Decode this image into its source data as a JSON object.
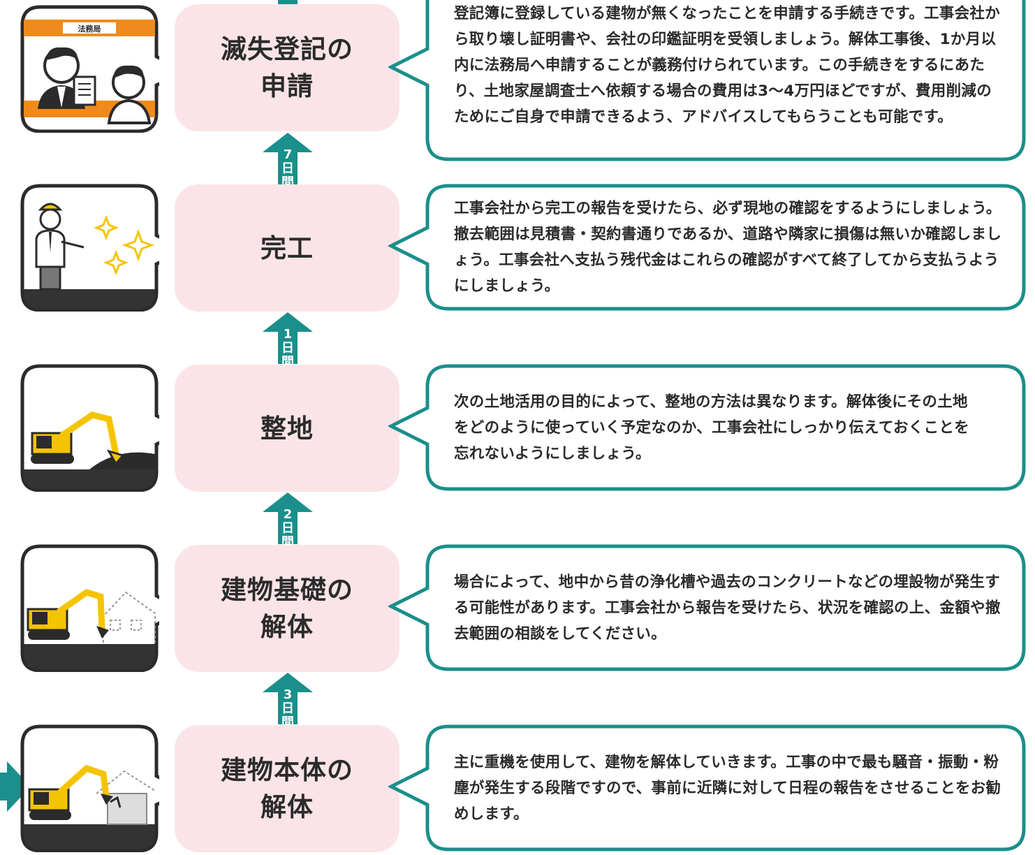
{
  "colors": {
    "teal": "#1a8f8b",
    "pink": "#fbe4e7",
    "text": "#2b2b2b",
    "ground": "#333333",
    "yellow": "#f5c400"
  },
  "steps": [
    {
      "id": "registration",
      "title": "滅失登記の\n申請",
      "icon": "legal-office-illustration",
      "badge_text": "法務局",
      "description": "登記簿に登録している建物が無くなったことを申請する手続きです。工事会社から取り壊し証明書や、会社の印鑑証明を受領しましょう。解体工事後、1か月以内に法務局へ申請することが義務付けられています。この手続きをするにあたり、土地家屋調査士へ依頼する場合の費用は3〜4万円ほどですが、費用削減のためにご自身で申請できるよう、アドバイスしてもらうことも可能です。"
    },
    {
      "id": "completion",
      "title": "完工",
      "icon": "inspector-illustration",
      "description": "工事会社から完工の報告を受けたら、必ず現地の確認をするようにしましょう。撤去範囲は見積書・契約書通りであるか、道路や隣家に損傷は無いか確認しましょう。工事会社へ支払う残代金はこれらの確認がすべて終了してから支払うようにしましょう。"
    },
    {
      "id": "leveling",
      "title": "整地",
      "icon": "excavator-leveling-illustration",
      "description": "次の土地活用の目的によって、整地の方法は異なります。解体後にその土地をどのように使っていく予定なのか、工事会社にしっかり伝えておくことを忘れないようにしましょう。"
    },
    {
      "id": "foundation",
      "title": "建物基礎の\n解体",
      "icon": "excavator-foundation-illustration",
      "description": "場合によって、地中から昔の浄化槽や過去のコンクリートなどの埋設物が発生する可能性があります。工事会社から報告を受けたら、状況を確認の上、金額や撤去範囲の相談をしてください。"
    },
    {
      "id": "main-structure",
      "title": "建物本体の\n解体",
      "icon": "excavator-demolition-illustration",
      "description": "主に重機を使用して、建物を解体していきます。工事の中で最も騒音・振動・粉塵が発生する段階ですので、事前に近隣に対して日程の報告をさせることをお勧めします。"
    }
  ],
  "durations": [
    {
      "days": "7",
      "unit1": "日",
      "unit2": "間"
    },
    {
      "days": "1",
      "unit1": "日",
      "unit2": "間"
    },
    {
      "days": "2",
      "unit1": "日",
      "unit2": "間"
    },
    {
      "days": "3",
      "unit1": "日",
      "unit2": "間"
    }
  ]
}
